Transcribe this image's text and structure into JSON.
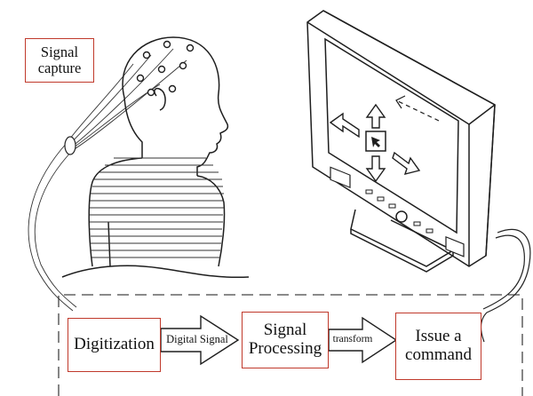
{
  "labels": {
    "signal_capture": "Signal\ncapture",
    "digitization": "Digitization",
    "digital_signal": "Digital Signal",
    "signal_processing": "Signal\nProcessing",
    "transform": "transform",
    "issue_command": "Issue a\ncommand"
  },
  "colors": {
    "box_border": "#c0392b",
    "line": "#222222",
    "dashed_frame": "#444444"
  },
  "icons": [
    "head-with-electrodes-icon",
    "computer-monitor-icon",
    "cursor-icon",
    "arrow-up-icon",
    "arrow-down-icon",
    "arrow-left-icon",
    "arrow-right-icon"
  ]
}
